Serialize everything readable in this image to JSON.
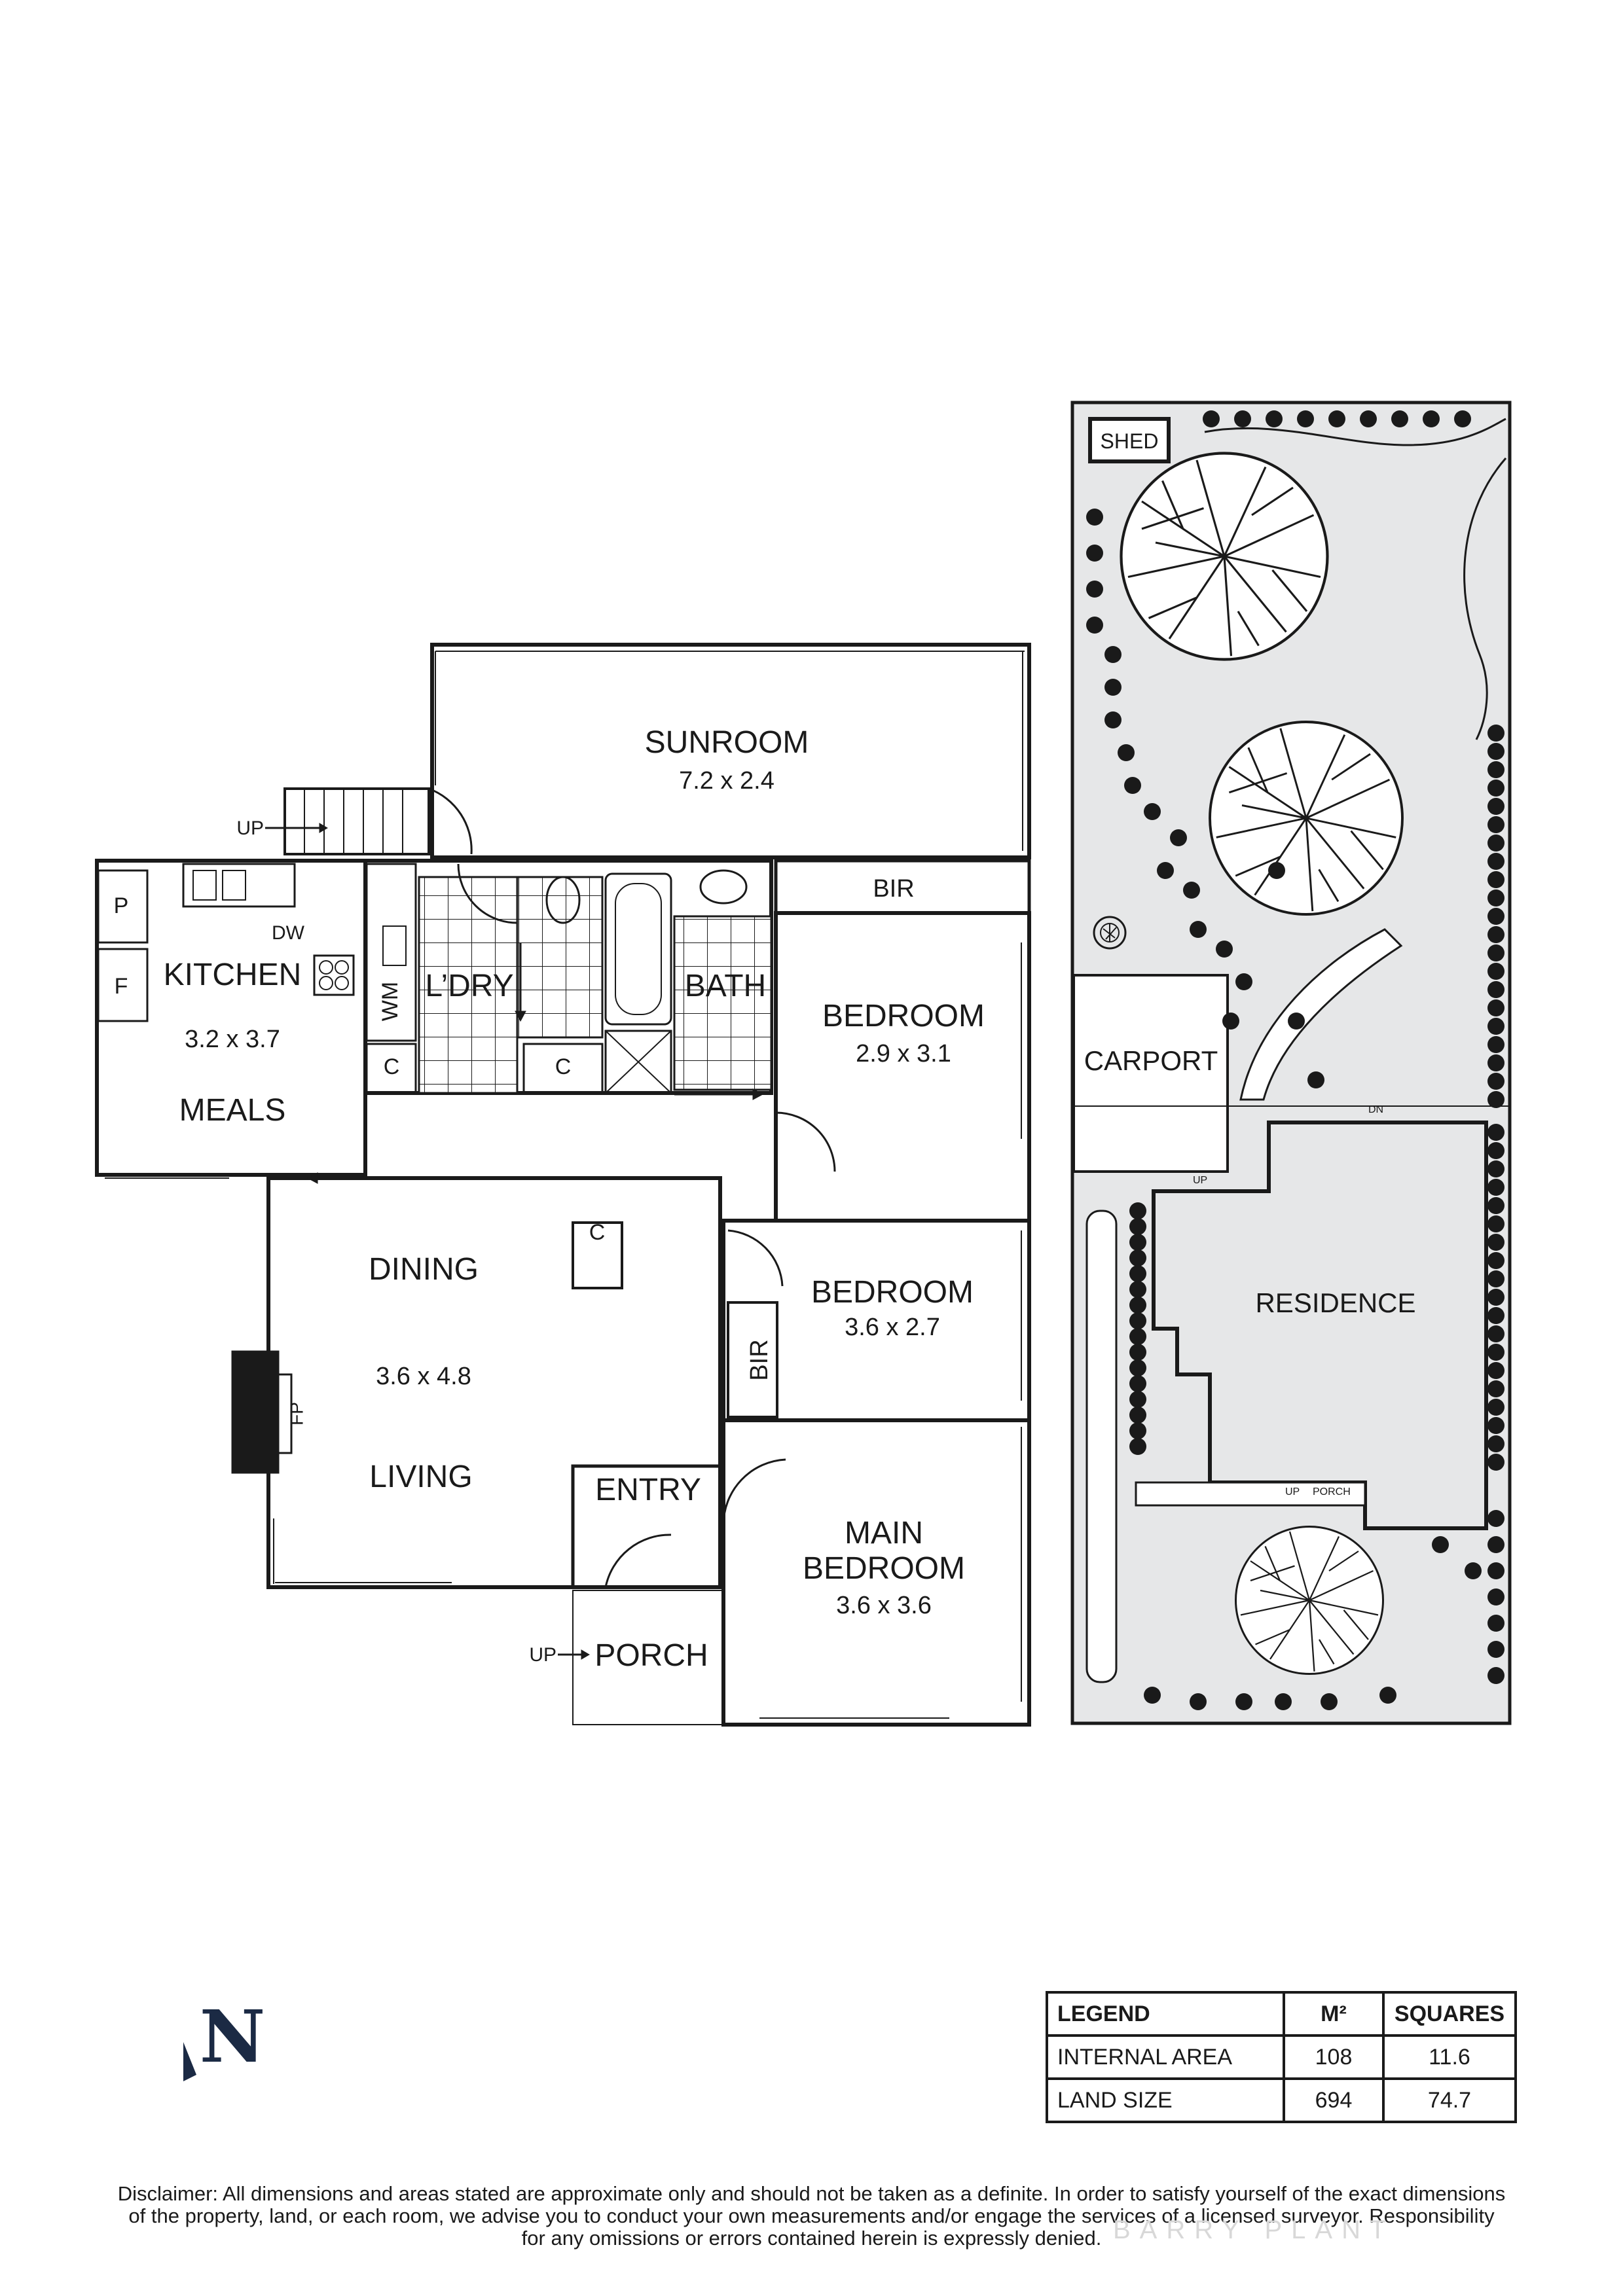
{
  "rooms": {
    "sunroom": {
      "name": "SUNROOM",
      "dim": "7.2 x 2.4"
    },
    "kitchen": {
      "name": "KITCHEN",
      "dim": "3.2 x 3.7",
      "meals": "MEALS"
    },
    "laundry": {
      "name": "L’DRY"
    },
    "bath": {
      "name": "BATH"
    },
    "bir_top": {
      "name": "BIR"
    },
    "bedroom1": {
      "name": "BEDROOM",
      "dim": "2.9 x 3.1"
    },
    "dining": {
      "name": "DINING",
      "dim": "3.6 x 4.8",
      "living": "LIVING"
    },
    "bedroom2": {
      "name": "BEDROOM",
      "dim": "3.6 x 2.7"
    },
    "bir_side": {
      "name": "BIR"
    },
    "entry": {
      "name": "ENTRY"
    },
    "porch": {
      "name": "PORCH"
    },
    "main_bedroom": {
      "line1": "MAIN",
      "line2": "BEDROOM",
      "dim": "3.6 x 3.6"
    }
  },
  "fixtures": {
    "pantry": "P",
    "fridge": "F",
    "dishwasher": "DW",
    "washing_machine": "WM",
    "cupboard": "C",
    "fireplace": "FP",
    "up": "UP"
  },
  "site": {
    "shed": "SHED",
    "carport": "CARPORT",
    "residence": "RESIDENCE",
    "down": "DN",
    "up": "UP",
    "up_porch": "UP",
    "porch": "PORCH"
  },
  "legend": {
    "headers": [
      "LEGEND",
      "M²",
      "SQUARES"
    ],
    "rows": [
      {
        "label": "INTERNAL AREA",
        "m2": "108",
        "squares": "11.6"
      },
      {
        "label": "LAND SIZE",
        "m2": "694",
        "squares": "74.7"
      }
    ]
  },
  "compass_letter": "N",
  "disclaimer": [
    "Disclaimer: All dimensions and areas stated are approximate only and should not be taken as a definite. In order to satisfy yourself of the exact dimensions",
    "of the property, land, or each room, we advise you to conduct your own measurements and/or engage the services of a licensed surveyor. Responsibility",
    "for any omissions or errors contained herein is expressly denied."
  ],
  "watermark": "BARRY PLANT",
  "colors": {
    "wall": "#1a1a1a",
    "site_fill": "#e6e7e8",
    "residence_fill": "#e6e7e8"
  }
}
